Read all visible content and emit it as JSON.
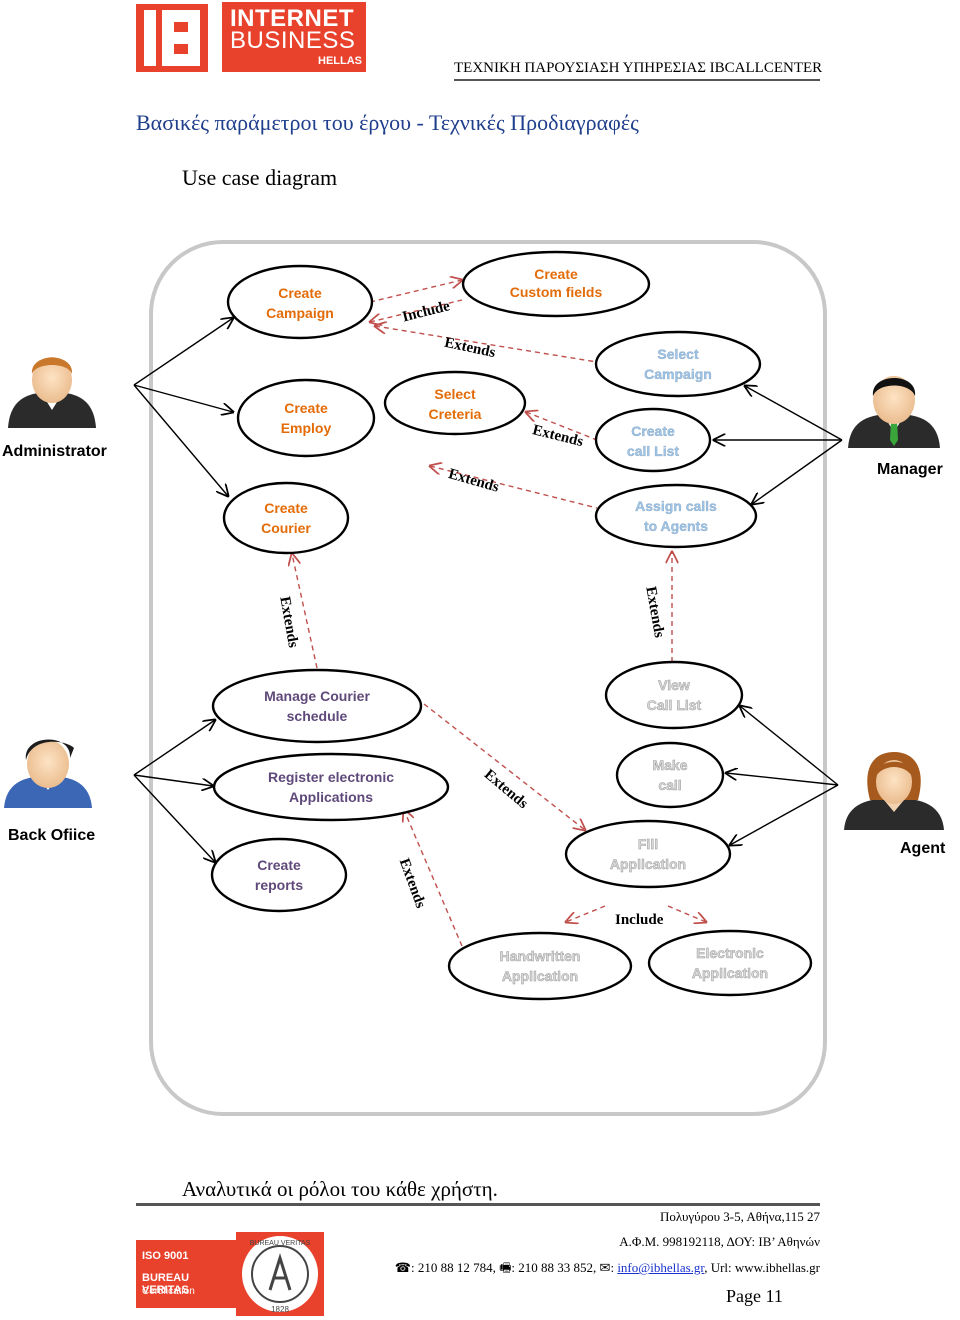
{
  "header": {
    "logo_line1": "INTERNET",
    "logo_line2": "BUSINESS",
    "logo_line3": "HELLAS",
    "title": "ΤΕΧΝΙΚΗ ΠΑΡΟΥΣΙΑΣΗ ΥΠΗΡΕΣΙΑΣ IBCALLCENTER"
  },
  "section_heading": "Βασικές παράμετροι του έργου - Τεχνικές Προδιαγραφές",
  "diagram_title": "Use case diagram",
  "diagram": {
    "actors": {
      "administrator": "Administrator",
      "manager": "Manager",
      "back_office": "Back Ofiice",
      "agent": "Agent"
    },
    "use_cases": {
      "create_campaign": [
        "Create",
        "Campaign"
      ],
      "create_custom_fields": [
        "Create",
        "Custom fields"
      ],
      "select_campaign": [
        "Select",
        "Campaign"
      ],
      "create_employ": [
        "Create",
        "Employ"
      ],
      "select_criteria": [
        "Select",
        "Creteria"
      ],
      "create_call_list": [
        "Create",
        "call List"
      ],
      "create_courier": [
        "Create",
        "Courier"
      ],
      "assign_calls": [
        "Assign calls",
        "to Agents"
      ],
      "manage_courier": [
        "Manage Courier",
        "schedule"
      ],
      "view_call_list": [
        "View",
        "Call List"
      ],
      "register_electronic": [
        "Register electronic",
        "Applications"
      ],
      "make_call": [
        "Make",
        "call"
      ],
      "create_reports": [
        "Create",
        "reports"
      ],
      "fill_application": [
        "Fill",
        "Application"
      ],
      "handwritten": [
        "Handwritten",
        "Application"
      ],
      "electronic": [
        "Electronic",
        "Application"
      ]
    },
    "relations": {
      "include": "Include",
      "extends": "Extends"
    },
    "colors": {
      "admin_cases": "#e36c09",
      "manager_cases": "#9dc3e6",
      "backoffice_cases": "#5f497a",
      "agent_cases": "#d9d9d9",
      "extends_line": "#c0504d"
    }
  },
  "roles_caption": "Αναλυτικά οι ρόλοι του κάθε χρήστη.",
  "footer": {
    "address": "Πολυγύρου 3-5, Αθήνα,115 27",
    "tax": "Α.Φ.Μ. 998192118, ΔΟΥ: ΙΒ’ Αθηνών",
    "phone": ": 210 88 12 784, ",
    "fax": ": 210 88 33 852, ",
    "email_label": ": ",
    "email": "info@ibhellas.gr",
    "url": ", Url: www.ibhellas.gr",
    "page": "Page 11",
    "cert_line1": "ISO 9001",
    "cert_line2": "BUREAU VERITAS",
    "cert_line3": "Certification",
    "seal_text": "BUREAU VERITAS",
    "seal_year": "1828"
  }
}
